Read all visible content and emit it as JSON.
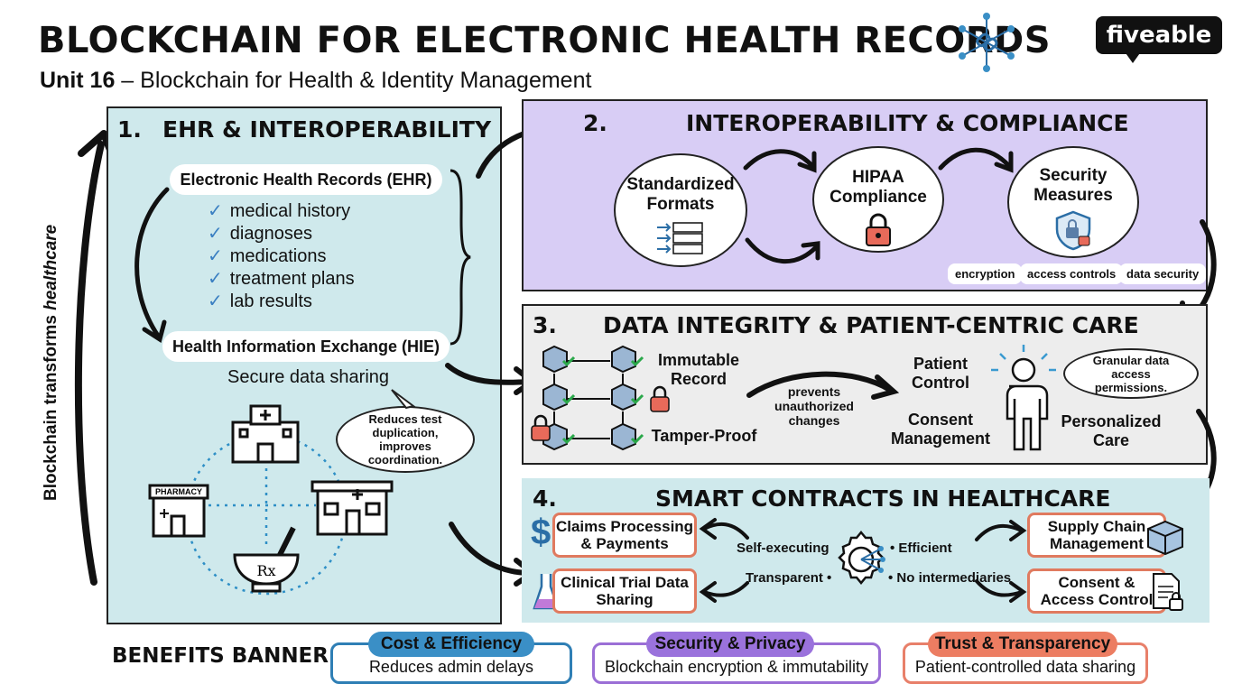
{
  "header": {
    "title": "BLOCKCHAIN FOR ELECTRONIC HEALTH RECORDS",
    "subtitle_bold": "Unit 16",
    "subtitle_rest": " – Blockchain for Health & Identity Management",
    "logo": "fiveable"
  },
  "side_label": {
    "main": "Blockchain transforms ",
    "emph": "healthcare"
  },
  "section1": {
    "number": "1.",
    "title": "EHR & INTEROPERABILITY",
    "ehr_title": "Electronic Health Records (EHR)",
    "ehr_items": [
      "medical history",
      "diagnoses",
      "medications",
      "treatment plans",
      "lab results"
    ],
    "hie_title": "Health Information Exchange (HIE)",
    "hie_sub": "Secure data sharing",
    "bubble": "Reduces test duplication, improves coordination.",
    "pharmacy": "PHARMACY",
    "rx": "Rx"
  },
  "section2": {
    "number": "2.",
    "title": "INTEROPERABILITY & COMPLIANCE",
    "circles": [
      "Standardized Formats",
      "HIPAA Compliance",
      "Security Measures"
    ],
    "tags": [
      "encryption",
      "access controls",
      "data security"
    ]
  },
  "section3": {
    "number": "3.",
    "title": "DATA INTEGRITY & PATIENT-CENTRIC CARE",
    "immutable": "Immutable Record",
    "tamper": "Tamper-Proof",
    "prevents": "prevents unauthorized changes",
    "patient_control": "Patient Control",
    "consent_mgmt": "Consent Management",
    "personalized": "Personalized Care",
    "bubble": "Granular data access permissions."
  },
  "section4": {
    "number": "4.",
    "title": "SMART CONTRACTS IN HEALTHCARE",
    "claims": "Claims Processing & Payments",
    "clinical": "Clinical Trial Data Sharing",
    "supply": "Supply Chain Management",
    "consent": "Consent & Access Control",
    "self_exec": "Self-executing",
    "transparent": "Transparent •",
    "efficient": "• Efficient",
    "no_inter": "• No intermediaries"
  },
  "banner": {
    "label": "BENEFITS BANNER",
    "cards": [
      {
        "head": "Cost & Efficiency",
        "body": "Reduces admin delays",
        "color": "#2f7fb5",
        "fill": "#3a8fc6"
      },
      {
        "head": "Security & Privacy",
        "body": "Blockchain encryption & immutability",
        "color": "#9b6fd6",
        "fill": "#9a72dc"
      },
      {
        "head": "Trust & Transparency",
        "body": "Patient-controlled data sharing",
        "color": "#e8806a",
        "fill": "#ec7d62"
      }
    ]
  }
}
